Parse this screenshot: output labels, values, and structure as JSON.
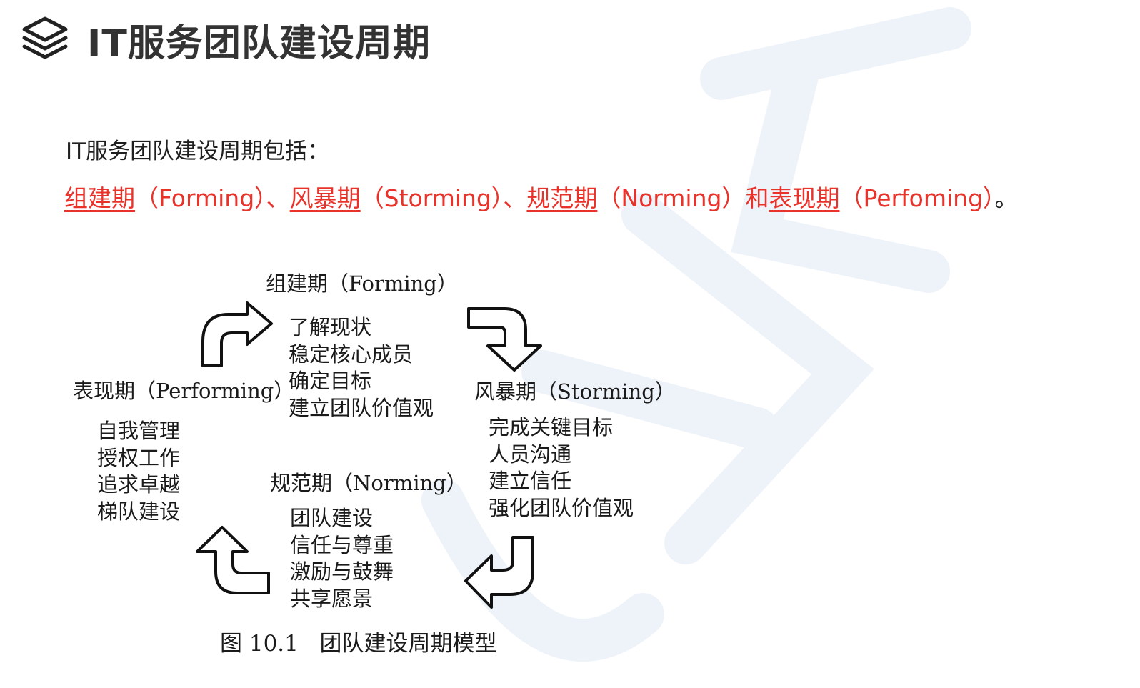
{
  "header": {
    "icon": "layers-icon",
    "title": "IT服务团队建设周期"
  },
  "intro": "IT服务团队建设周期包括：",
  "stages_line": {
    "s1_name": "组建期",
    "s1_en": "（Forming）、",
    "s2_name": "风暴期",
    "s2_en": "（Storming）、",
    "s3_name": "规范期",
    "s3_en": "（Norming）和",
    "s4_name": "表现期",
    "s4_en": "（Perfoming）",
    "end": "。",
    "color": "#e8322a"
  },
  "diagram": {
    "forming": {
      "title": "组建期（Forming）",
      "items": [
        "了解现状",
        "稳定核心成员",
        "确定目标",
        "建立团队价值观"
      ]
    },
    "storming": {
      "title": "风暴期（Storming）",
      "items": [
        "完成关键目标",
        "人员沟通",
        "建立信任",
        "强化团队价值观"
      ]
    },
    "norming": {
      "title": "规范期（Norming）",
      "items": [
        "团队建设",
        "信任与尊重",
        "激励与鼓舞",
        "共享愿景"
      ]
    },
    "performing": {
      "title": "表现期（Performing）",
      "items": [
        "自我管理",
        "授权工作",
        "追求卓越",
        "梯队建设"
      ]
    },
    "caption": "图 10.1   团队建设周期模型"
  }
}
